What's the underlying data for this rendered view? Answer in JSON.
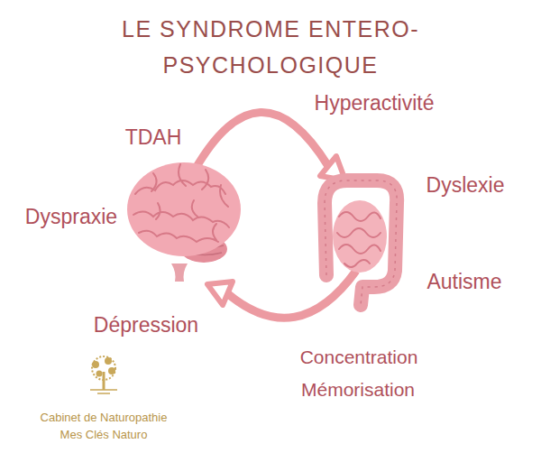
{
  "diagram": {
    "title": "LE SYNDROME ENTERO-PSYCHOLOGIQUE",
    "labels": [
      "TDAH",
      "Hyperactivité",
      "Dyslexie",
      "Dyspraxie",
      "Autisme",
      "Dépression",
      "Concentration",
      "Mémorisation",
      "Cabinet de Naturopathie",
      "Mes Clés Naturo"
    ]
  }
}
